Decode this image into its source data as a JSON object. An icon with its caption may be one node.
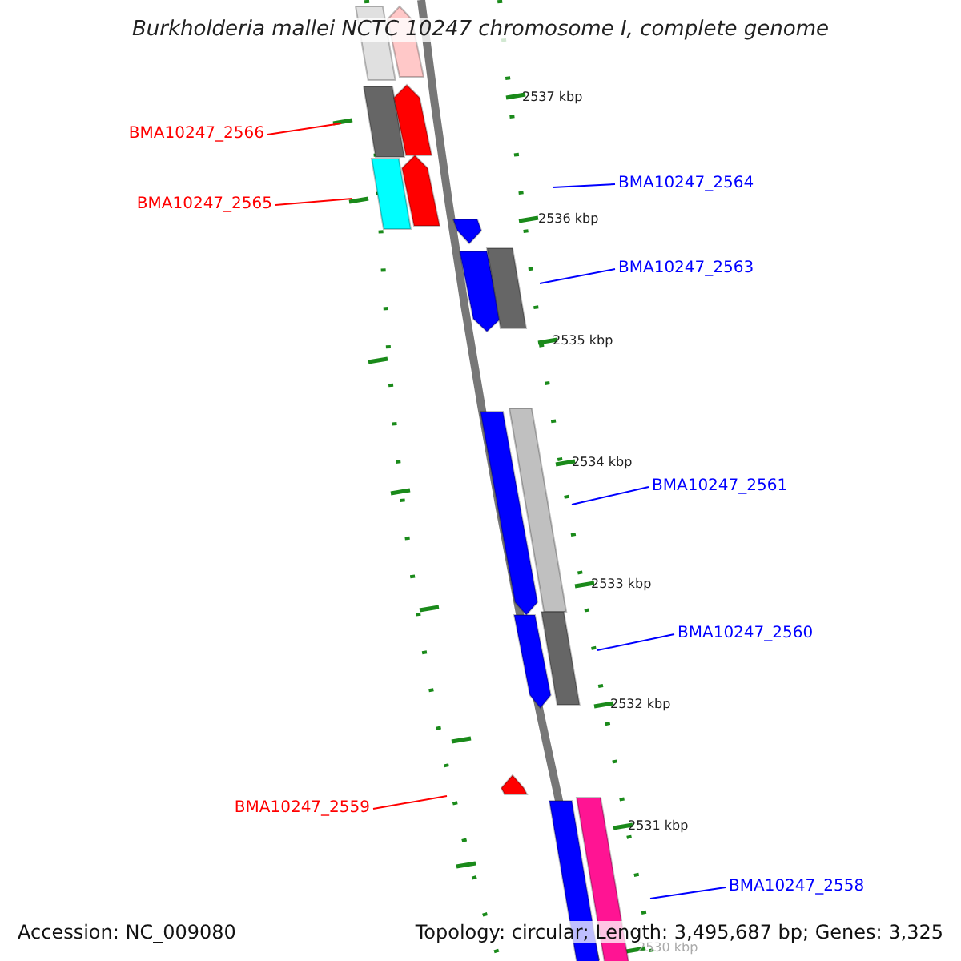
{
  "diagram": {
    "title": "Burkholderia mallei NCTC 10247 chromosome I, complete genome",
    "nodes": [
      {
        "text": [
          "BMA10247_2566"
        ]
      },
      {
        "text": [
          "BMA10247_2565"
        ]
      },
      {
        "text": [
          "BMA10247_2564"
        ]
      },
      {
        "text": [
          "BMA10247_2563"
        ]
      },
      {
        "text": [
          "BMA10247_2561"
        ]
      },
      {
        "text": [
          "BMA10247_2560"
        ]
      },
      {
        "text": [
          "BMA10247_2559"
        ]
      },
      {
        "text": [
          "BMA10247_2558"
        ]
      }
    ],
    "edges": [
      {
        "from": 0,
        "to": null,
        "arrow": "none",
        "color": "#ff0000"
      },
      {
        "from": 1,
        "to": null,
        "arrow": "none",
        "color": "#ff0000"
      },
      {
        "from": 2,
        "to": null,
        "arrow": "none"
      },
      {
        "from": 3,
        "to": null,
        "arrow": "none"
      },
      {
        "from": 4,
        "to": null,
        "arrow": "none"
      },
      {
        "from": 5,
        "to": null,
        "arrow": "none"
      },
      {
        "from": 6,
        "to": null,
        "arrow": "none",
        "color": "#ff0000"
      },
      {
        "from": 7,
        "to": null,
        "arrow": "none"
      }
    ],
    "labels": [
      "2537 kbp",
      "2536 kbp",
      "2535 kbp",
      "2534 kbp",
      "2533 kbp",
      "2532 kbp",
      "2531 kbp",
      "2530 kbp",
      "Accession: NC_009080",
      "Topology: circular; Length: 3,495,687 bp; Genes: 3,325"
    ]
  }
}
